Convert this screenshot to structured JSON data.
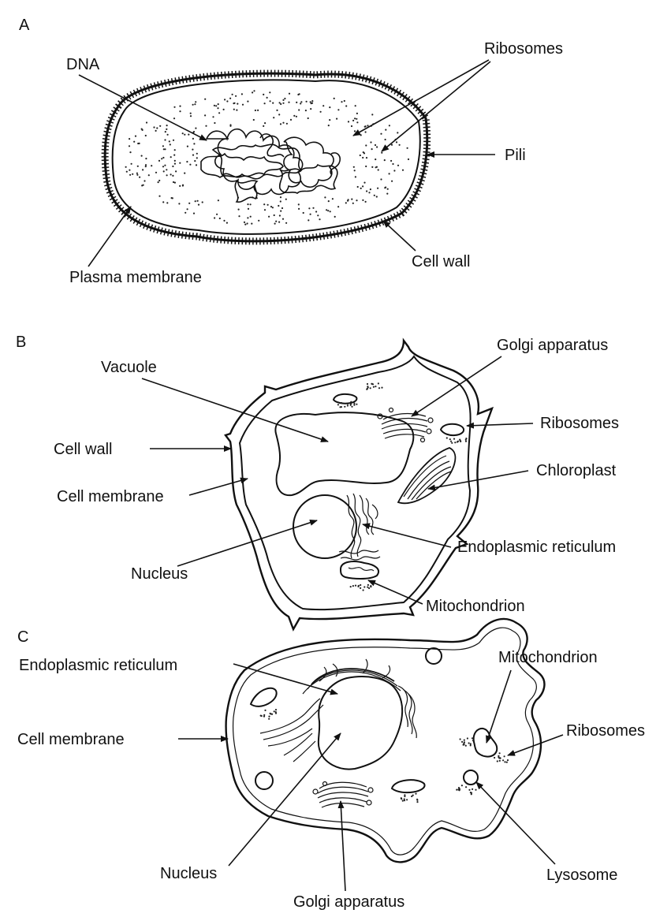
{
  "panels": {
    "A": {
      "letter": "A",
      "labels": {
        "dna": "DNA",
        "ribosomes": "Ribosomes",
        "pili": "Pili",
        "cell_wall": "Cell wall",
        "plasma_membrane": "Plasma membrane"
      }
    },
    "B": {
      "letter": "B",
      "labels": {
        "golgi": "Golgi apparatus",
        "vacuole": "Vacuole",
        "ribosomes": "Ribosomes",
        "cell_wall": "Cell wall",
        "chloroplast": "Chloroplast",
        "cell_membrane": "Cell membrane",
        "er": "Endoplasmic reticulum",
        "nucleus": "Nucleus",
        "mitochondrion": "Mitochondrion"
      }
    },
    "C": {
      "letter": "C",
      "labels": {
        "er": "Endoplasmic reticulum",
        "mitochondrion": "Mitochondrion",
        "cell_membrane": "Cell membrane",
        "ribosomes": "Ribosomes",
        "nucleus": "Nucleus",
        "lysosome": "Lysosome",
        "golgi": "Golgi apparatus"
      }
    }
  }
}
